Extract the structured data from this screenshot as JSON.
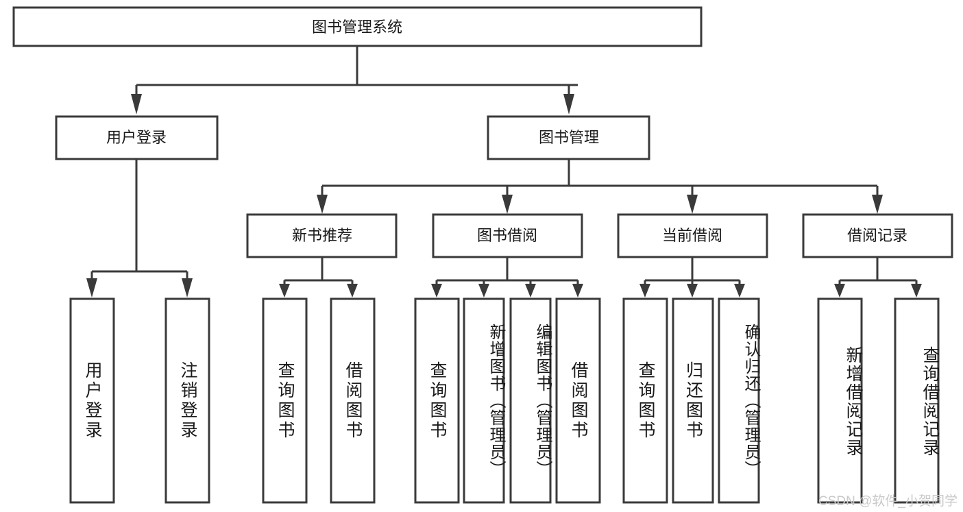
{
  "diagram": {
    "title": "图书管理系统",
    "type": "tree",
    "root": {
      "id": "root",
      "label": "图书管理系统",
      "level": 1
    },
    "level2": [
      {
        "id": "user-login",
        "label": "用户登录"
      },
      {
        "id": "book-management",
        "label": "图书管理"
      }
    ],
    "level3": [
      {
        "id": "new-book-recommend",
        "label": "新书推荐",
        "parent": "book-management"
      },
      {
        "id": "book-borrow",
        "label": "图书借阅",
        "parent": "book-management"
      },
      {
        "id": "current-borrow",
        "label": "当前借阅",
        "parent": "book-management"
      },
      {
        "id": "borrow-record",
        "label": "借阅记录",
        "parent": "book-management"
      }
    ],
    "leaves": [
      {
        "id": "leaf-user-login",
        "label": "用户登录",
        "parent": "user-login"
      },
      {
        "id": "leaf-logout-login",
        "label": "注销登录",
        "parent": "user-login"
      },
      {
        "id": "leaf-query-book-1",
        "label": "查询图书",
        "parent": "new-book-recommend"
      },
      {
        "id": "leaf-borrow-book-1",
        "label": "借阅图书",
        "parent": "new-book-recommend"
      },
      {
        "id": "leaf-query-book-2",
        "label": "查询图书",
        "parent": "book-borrow"
      },
      {
        "id": "leaf-add-book",
        "label": "新增图书（管理员）",
        "parent": "book-borrow"
      },
      {
        "id": "leaf-edit-book",
        "label": "编辑图书（管理员）",
        "parent": "book-borrow"
      },
      {
        "id": "leaf-borrow-book-2",
        "label": "借阅图书",
        "parent": "book-borrow"
      },
      {
        "id": "leaf-query-book-3",
        "label": "查询图书",
        "parent": "current-borrow"
      },
      {
        "id": "leaf-return-book",
        "label": "归还图书",
        "parent": "current-borrow"
      },
      {
        "id": "leaf-confirm-return",
        "label": "确认归还（管理员）",
        "parent": "current-borrow"
      },
      {
        "id": "leaf-add-record",
        "label": "新增借阅记录",
        "parent": "borrow-record"
      },
      {
        "id": "leaf-query-record",
        "label": "查询借阅记录",
        "parent": "borrow-record"
      }
    ]
  },
  "watermark": {
    "text": "CSDN @软件_小贺同学"
  },
  "colors": {
    "stroke": "#3a3a3a",
    "fill": "#ffffff",
    "text": "#1a1a1a",
    "watermark": "#c9c9c9"
  }
}
